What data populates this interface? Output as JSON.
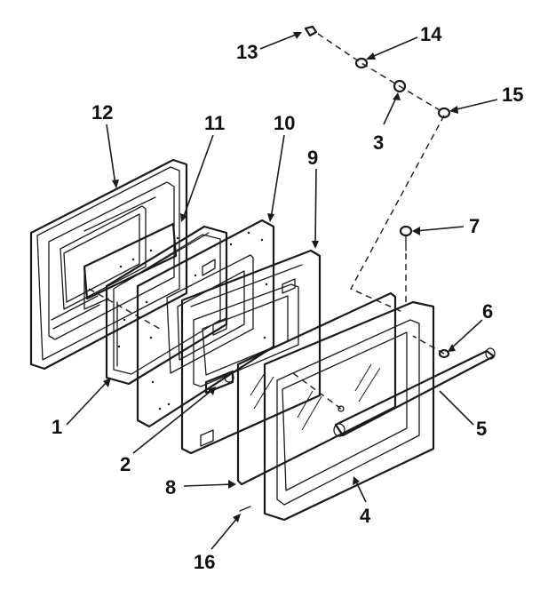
{
  "diagram": {
    "callouts": [
      {
        "id": "p1",
        "text": "1"
      },
      {
        "id": "p2",
        "text": "2"
      },
      {
        "id": "p3",
        "text": "3"
      },
      {
        "id": "p4",
        "text": "4"
      },
      {
        "id": "p5",
        "text": "5"
      },
      {
        "id": "p6",
        "text": "6"
      },
      {
        "id": "p7",
        "text": "7"
      },
      {
        "id": "p8",
        "text": "8"
      },
      {
        "id": "p9",
        "text": "9"
      },
      {
        "id": "p10",
        "text": "10"
      },
      {
        "id": "p11",
        "text": "11"
      },
      {
        "id": "p12",
        "text": "12"
      },
      {
        "id": "p13",
        "text": "13"
      },
      {
        "id": "p14",
        "text": "14"
      },
      {
        "id": "p15",
        "text": "15"
      },
      {
        "id": "p16",
        "text": "16"
      }
    ]
  }
}
